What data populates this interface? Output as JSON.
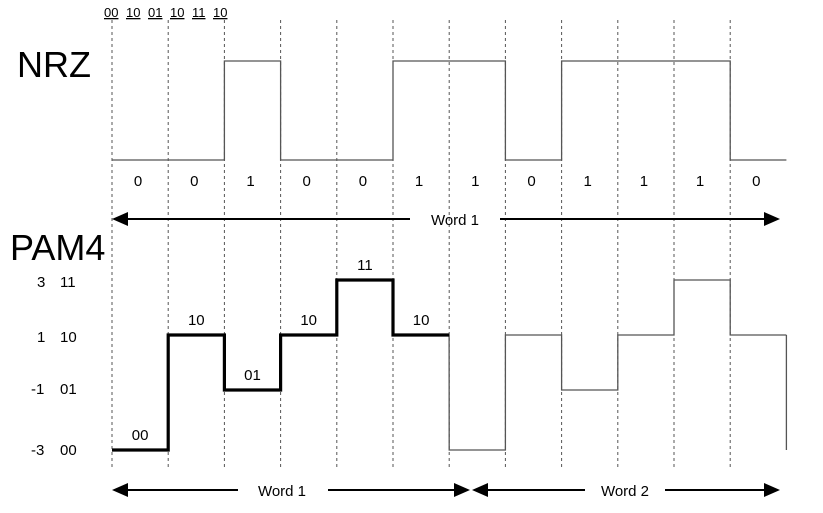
{
  "top_bits": [
    "00",
    "10",
    "01",
    "10",
    "11",
    "10"
  ],
  "nrz": {
    "label": "NRZ",
    "bits": [
      "0",
      "0",
      "1",
      "0",
      "0",
      "1",
      "1",
      "0",
      "1",
      "1",
      "1",
      "0"
    ],
    "word_label": "Word 1"
  },
  "pam4": {
    "label": "PAM4",
    "levels": [
      {
        "value": "3",
        "code": "11"
      },
      {
        "value": "1",
        "code": "10"
      },
      {
        "value": "-1",
        "code": "01"
      },
      {
        "value": "-3",
        "code": "00"
      }
    ],
    "symbols": [
      -3,
      1,
      -1,
      1,
      3,
      1,
      -3,
      1,
      -1,
      1,
      3,
      1
    ],
    "symbol_labels": [
      "00",
      "10",
      "01",
      "10",
      "11",
      "10"
    ],
    "word_labels": [
      "Word 1",
      "Word 2"
    ]
  }
}
